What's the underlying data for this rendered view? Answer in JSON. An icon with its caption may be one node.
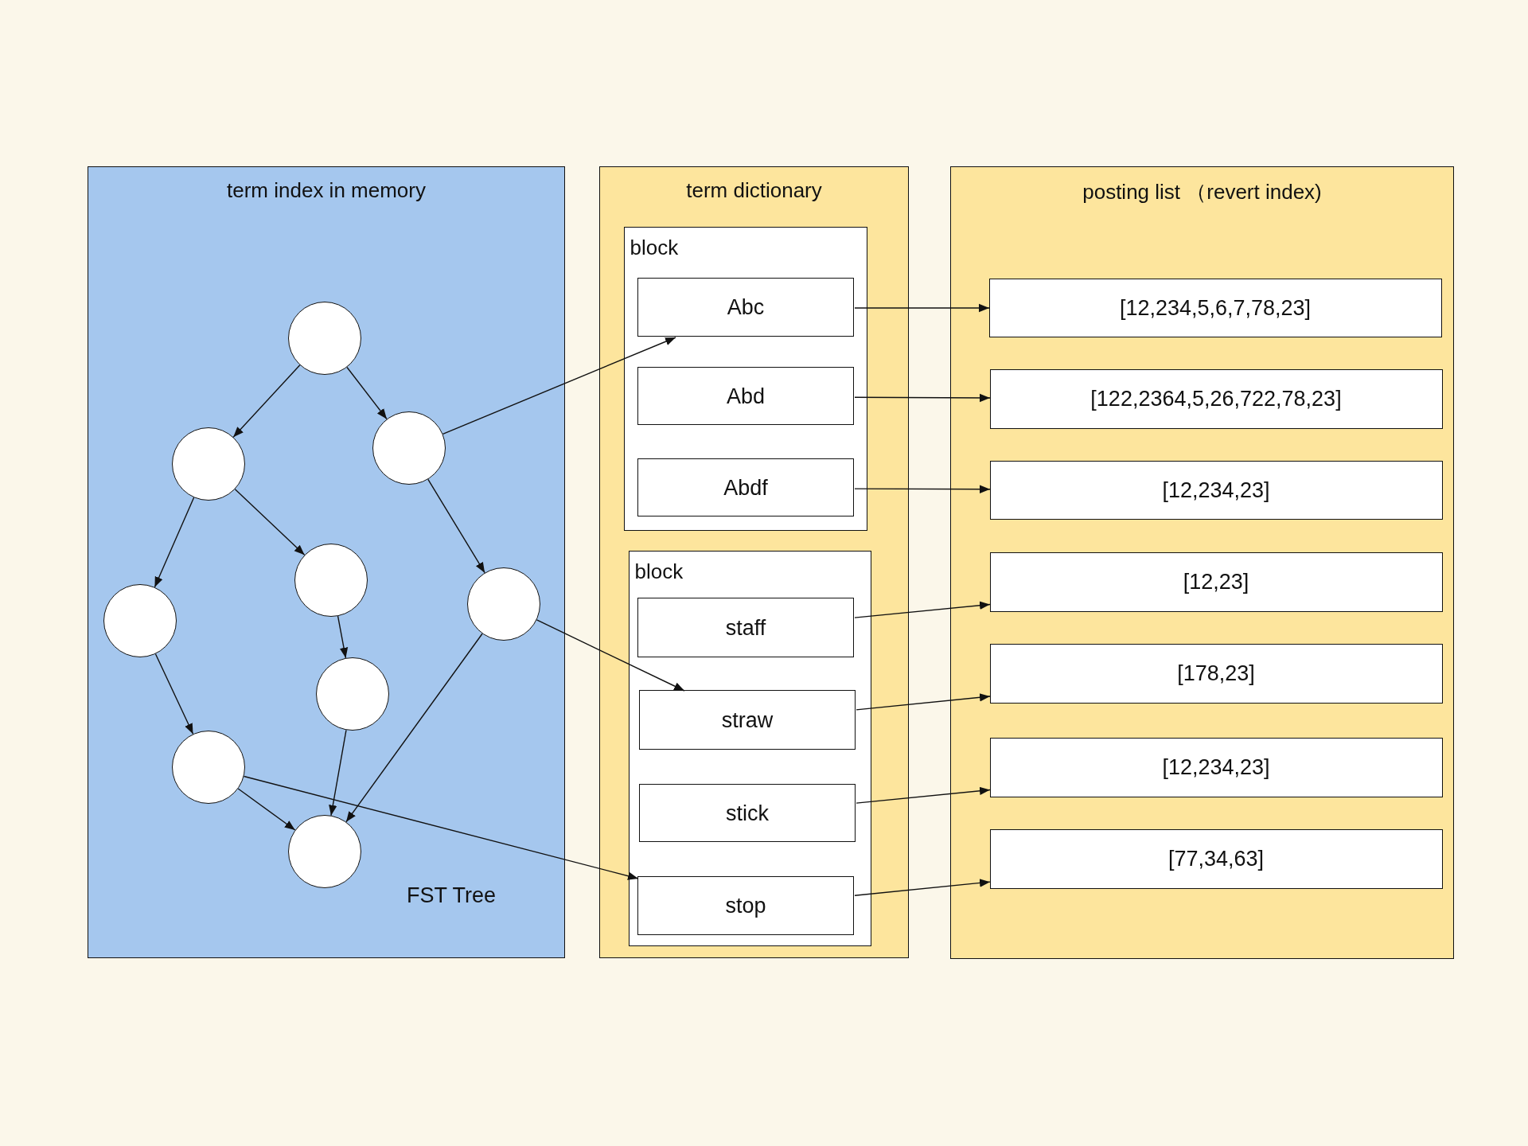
{
  "diagram": {
    "nodes": [
      {
        "text": [
          "term index in memory"
        ]
      },
      {
        "text": [],
        "shape": "circle",
        "in": 0
      },
      {
        "text": [],
        "shape": "circle",
        "in": 0
      },
      {
        "text": [],
        "shape": "circle",
        "in": 0
      },
      {
        "text": [],
        "shape": "circle",
        "in": 0
      },
      {
        "text": [],
        "shape": "circle",
        "in": 0
      },
      {
        "text": [],
        "shape": "circle",
        "in": 0
      },
      {
        "text": [],
        "shape": "circle",
        "in": 0
      },
      {
        "text": [],
        "shape": "circle",
        "in": 0
      },
      {
        "text": [],
        "shape": "circle",
        "in": 0
      },
      {
        "text": [
          "term dictionary"
        ]
      },
      {
        "text": [
          "block"
        ],
        "in": 10
      },
      {
        "text": [
          "Abc"
        ],
        "in": 11
      },
      {
        "text": [
          "Abd"
        ],
        "in": 11
      },
      {
        "text": [
          "Abdf"
        ],
        "in": 11
      },
      {
        "text": [
          "block"
        ],
        "in": 10
      },
      {
        "text": [
          "staff"
        ],
        "in": 15
      },
      {
        "text": [
          "straw"
        ],
        "in": 15
      },
      {
        "text": [
          "stick"
        ],
        "in": 15
      },
      {
        "text": [
          "stop"
        ],
        "in": 15
      },
      {
        "text": [
          "posting list （revert index)"
        ]
      },
      {
        "text": [
          "[12,234,5,6,7,78,23]"
        ],
        "in": 20
      },
      {
        "text": [
          "[122,2364,5,26,722,78,23]"
        ],
        "in": 20
      },
      {
        "text": [
          "[12,234,23]"
        ],
        "in": 20
      },
      {
        "text": [
          "[12,23]"
        ],
        "in": 20
      },
      {
        "text": [
          "[178,23]"
        ],
        "in": 20
      },
      {
        "text": [
          "[12,234,23]"
        ],
        "in": 20
      },
      {
        "text": [
          "[77,34,63]"
        ],
        "in": 20
      }
    ],
    "edges": [
      {
        "from": 1,
        "to": 3,
        "arrow": "to"
      },
      {
        "from": 1,
        "to": 2,
        "arrow": "to"
      },
      {
        "from": 3,
        "to": 6,
        "arrow": "to"
      },
      {
        "from": 3,
        "to": 4,
        "arrow": "to"
      },
      {
        "from": 2,
        "to": 5,
        "arrow": "to"
      },
      {
        "from": 4,
        "to": 7,
        "arrow": "to"
      },
      {
        "from": 6,
        "to": 8,
        "arrow": "to"
      },
      {
        "from": 8,
        "to": 9,
        "arrow": "to"
      },
      {
        "from": 7,
        "to": 9,
        "arrow": "to"
      },
      {
        "from": 5,
        "to": 9,
        "arrow": "to"
      },
      {
        "from": 2,
        "to": 12,
        "arrow": "to"
      },
      {
        "from": 5,
        "to": 17,
        "arrow": "to"
      },
      {
        "from": 8,
        "to": 19,
        "arrow": "to"
      },
      {
        "from": 12,
        "to": 21,
        "arrow": "to"
      },
      {
        "from": 13,
        "to": 22,
        "arrow": "to"
      },
      {
        "from": 14,
        "to": 23,
        "arrow": "to"
      },
      {
        "from": 16,
        "to": 24,
        "arrow": "to"
      },
      {
        "from": 17,
        "to": 25,
        "arrow": "to"
      },
      {
        "from": 18,
        "to": 26,
        "arrow": "to"
      },
      {
        "from": 19,
        "to": 27,
        "arrow": "to"
      }
    ],
    "labels": [
      "FST Tree"
    ]
  }
}
